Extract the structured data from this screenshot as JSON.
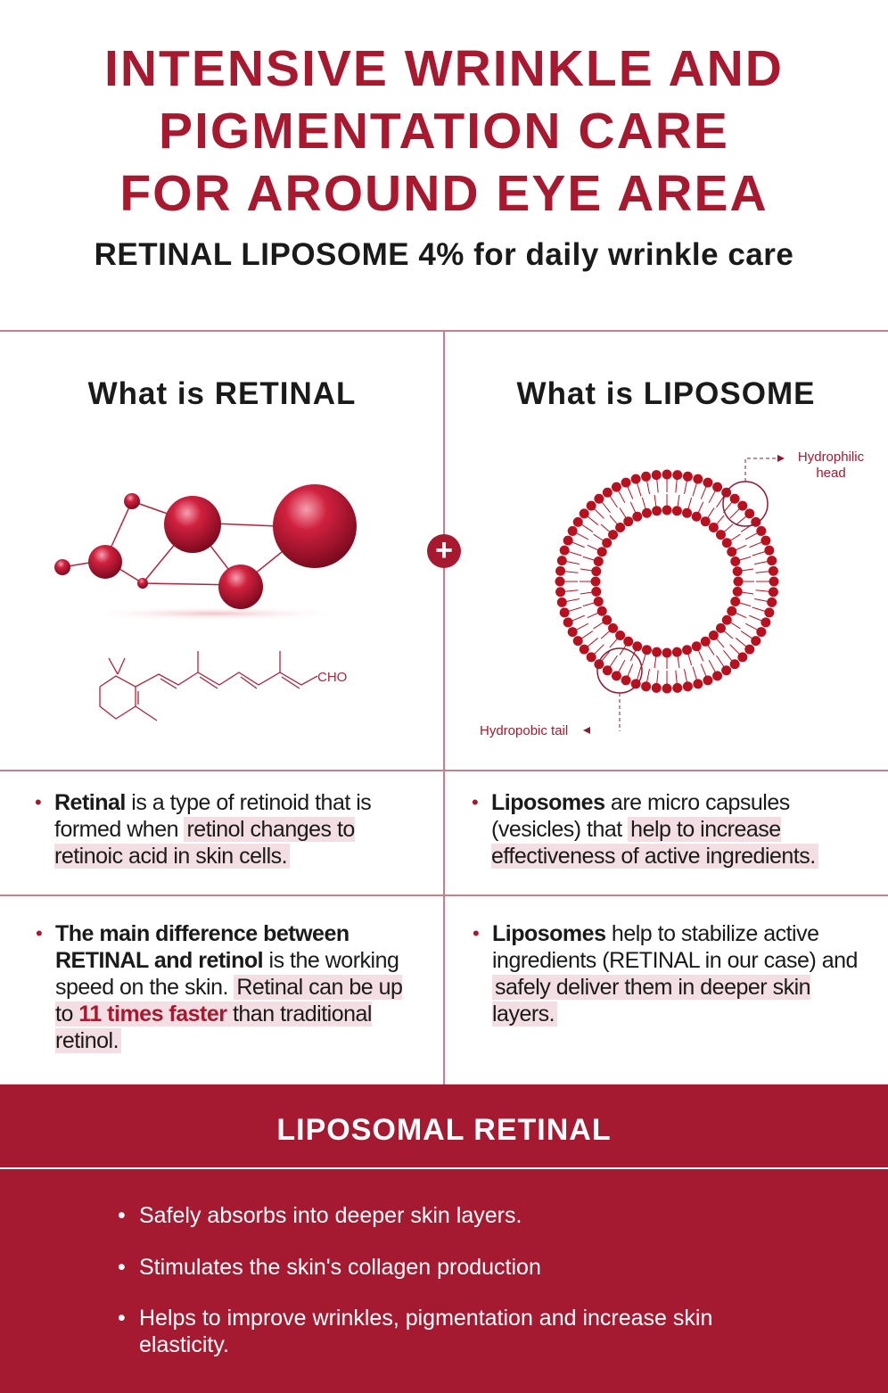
{
  "header": {
    "title_lines": [
      "INTENSIVE WRINKLE AND",
      "PIGMENTATION CARE",
      "FOR AROUND EYE AREA"
    ],
    "subtitle": "RETINAL LIPOSOME 4% for daily wrinkle care"
  },
  "left": {
    "heading": "What is RETINAL",
    "formula_label": "CHO",
    "p1": {
      "a": "Retinal",
      "b": " is a type of retinoid that is formed when ",
      "c": "retinol changes to retinoic acid in skin cells."
    },
    "p2": {
      "a": "The main difference between RETINAL and retinol",
      "b": " is the working speed  on the skin. ",
      "c": "Retinal can be up to ",
      "d": "11 times faster",
      "e": " than traditional retinol."
    }
  },
  "right": {
    "heading": "What is LIPOSOME",
    "label_head": "Hydrophilic head",
    "label_tail": "Hydropobic tail",
    "p1": {
      "a": "Liposomes",
      "b": " are micro capsules (vesicles) that ",
      "c": "help to increase effectiveness of active ingredients."
    },
    "p2": {
      "a": "Liposomes",
      "b": " help to stabilize active ingredients (RETINAL in our case) and ",
      "c": "safely deliver them in deeper skin layers."
    }
  },
  "plus_icon": "plus-circle-icon",
  "band": {
    "title": "LIPOSOMAL RETINAL",
    "items": [
      "Safely absorbs into deeper skin layers.",
      "Stimulates the skin's collagen production",
      "Helps to improve wrinkles, pigmentation and increase skin elasticity."
    ]
  },
  "colors": {
    "accent": "#a8182f",
    "band": "#a51a31",
    "highlight": "#f3dfe3"
  }
}
